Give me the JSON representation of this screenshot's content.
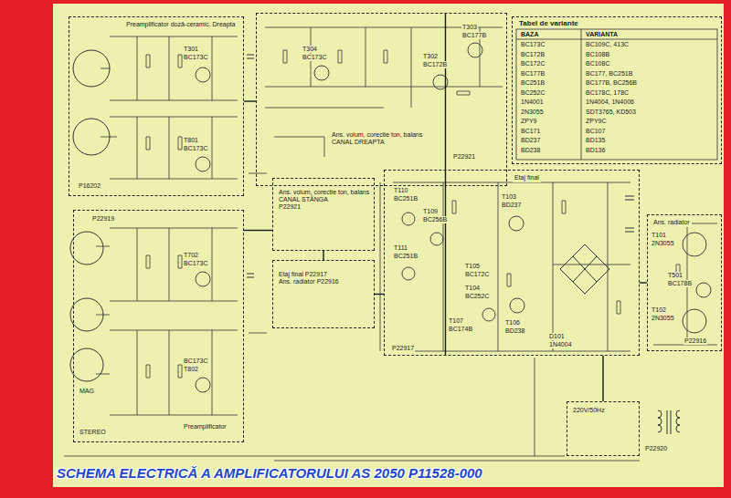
{
  "diagram": {
    "title": "SCHEMA ELECTRICĂ A AMPLIFICATORULUI AS 2050 P11528-000",
    "nodes": [
      {
        "text": [
          "Preamplificator doză-ceramic. Dreapta"
        ]
      },
      {
        "text": [
          "Ans. volum, corectie ton, balans CANAL DREAPTA"
        ]
      },
      {
        "text": [
          "Ans. volum, corectie ton, balans CANAL STÂNGA",
          "P22921"
        ]
      },
      {
        "text": [
          "Etaj final P22917",
          "Ans. radiator P22916"
        ]
      },
      {
        "text": [
          "Preamplificator"
        ]
      },
      {
        "text": [
          "Etaj final"
        ]
      },
      {
        "text": [
          "Ans. radiator"
        ]
      },
      {
        "text": [
          "Tabel de variante"
        ]
      },
      {
        "text": [
          "220V/50Hz"
        ]
      }
    ],
    "edges": [
      {
        "from": 0,
        "to": 1,
        "arrow": "none"
      },
      {
        "from": 4,
        "to": 2,
        "arrow": "none"
      },
      {
        "from": 1,
        "to": 5,
        "arrow": "none"
      },
      {
        "from": 2,
        "to": 3,
        "arrow": "none"
      },
      {
        "from": 5,
        "to": 6,
        "arrow": "none"
      },
      {
        "from": 8,
        "to": 5,
        "arrow": "none"
      },
      {
        "from": 3,
        "to": 5,
        "arrow": "none"
      }
    ],
    "labels": [
      "T301",
      "BC173C",
      "T801",
      "BC173C",
      "P16202",
      "T304",
      "BC173C",
      "T302",
      "BC172B",
      "T303",
      "BC177B",
      "P22921",
      "P22919",
      "T702",
      "BC173C",
      "BC173C",
      "T802",
      "STEREO",
      "MAG",
      "T110",
      "BC251B",
      "T109",
      "BC256B",
      "T111",
      "BC251B",
      "T103",
      "BD237",
      "T105",
      "BC172C",
      "T104",
      "BC252C",
      "T107",
      "BC174B",
      "T106",
      "BD238",
      "T101",
      "2N3055",
      "T501",
      "BC178B",
      "T102",
      "2N3055",
      "P22917",
      "P22916",
      "P22920",
      "D101",
      "1N4004",
      "BAZA",
      "VARIANTA",
      "BC173C",
      "BC109C, 413C",
      "BC172B",
      "BC108B",
      "BC172C",
      "BC108C",
      "BC177B",
      "BC177, BC251B",
      "BC251B",
      "BC177B, BC256B",
      "BC252C",
      "BC178C, 178C",
      "1N4001",
      "1N4004, 1N4006",
      "2N3055",
      "SDT3765, KD503",
      "ZPY9",
      "ZPY9C",
      "BC171",
      "BC107",
      "BD237",
      "BD135",
      "BD238",
      "BD136"
    ]
  }
}
